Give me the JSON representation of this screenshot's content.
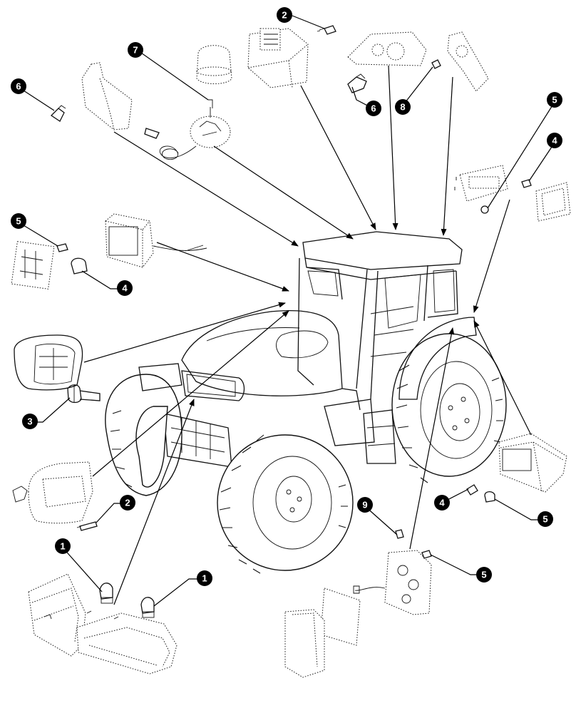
{
  "diagram": {
    "callouts": [
      {
        "id": "c2-top",
        "number": "2"
      },
      {
        "id": "c7",
        "number": "7"
      },
      {
        "id": "c6-left",
        "number": "6"
      },
      {
        "id": "c6-mid",
        "number": "6"
      },
      {
        "id": "c8",
        "number": "8"
      },
      {
        "id": "c5-right-top",
        "number": "5"
      },
      {
        "id": "c4-right-top",
        "number": "4"
      },
      {
        "id": "c5-left",
        "number": "5"
      },
      {
        "id": "c4-left",
        "number": "4"
      },
      {
        "id": "c3",
        "number": "3"
      },
      {
        "id": "c2-left",
        "number": "2"
      },
      {
        "id": "c1-left",
        "number": "1"
      },
      {
        "id": "c1-mid",
        "number": "1"
      },
      {
        "id": "c9",
        "number": "9"
      },
      {
        "id": "c4-right-low",
        "number": "4"
      },
      {
        "id": "c5-right-low",
        "number": "5"
      },
      {
        "id": "c5-bottom",
        "number": "5"
      }
    ],
    "colors": {
      "ink": "#111111",
      "badge": "#000000",
      "badge_text": "#ffffff",
      "paper": "#ffffff"
    }
  }
}
